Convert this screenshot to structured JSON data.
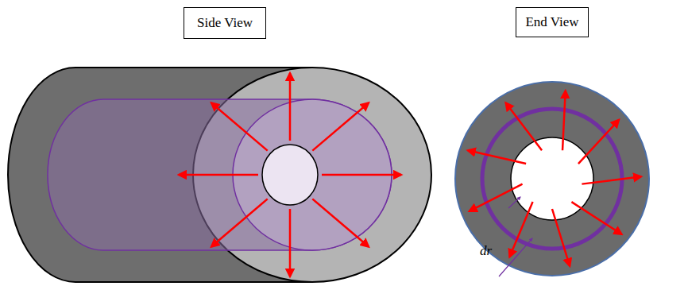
{
  "diagram": {
    "nodes": [
      {
        "text": [
          "Side View"
        ]
      },
      {
        "text": [
          "End View"
        ]
      }
    ],
    "labels": [
      "dr"
    ]
  }
}
